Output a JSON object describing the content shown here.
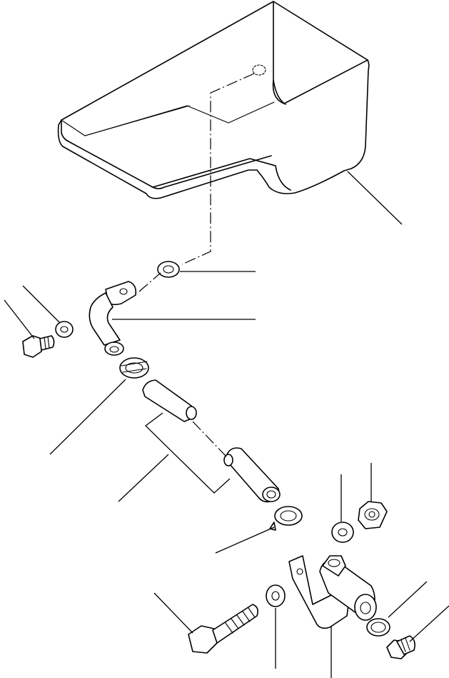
{
  "diagram": {
    "type": "exploded-parts-view",
    "parts": [
      {
        "id": "oil-pan",
        "icon": "oil-pan-icon"
      },
      {
        "id": "seal-ring",
        "icon": "washer-icon"
      },
      {
        "id": "elbow-pipe",
        "icon": "elbow-pipe-icon"
      },
      {
        "id": "bolt-small",
        "icon": "bolt-icon"
      },
      {
        "id": "washer-small",
        "icon": "washer-icon"
      },
      {
        "id": "hose-clamp-upper",
        "icon": "hose-clamp-icon"
      },
      {
        "id": "hose-upper",
        "icon": "hose-icon"
      },
      {
        "id": "hose-lower",
        "icon": "hose-icon"
      },
      {
        "id": "hose-clamp-lower",
        "icon": "hose-clamp-icon"
      },
      {
        "id": "nut",
        "icon": "nut-icon"
      },
      {
        "id": "washer-right",
        "icon": "washer-icon"
      },
      {
        "id": "washer-bottom",
        "icon": "washer-icon"
      },
      {
        "id": "bracket",
        "icon": "bracket-icon"
      },
      {
        "id": "bolt-large",
        "icon": "bolt-icon"
      },
      {
        "id": "gasket",
        "icon": "gasket-icon"
      },
      {
        "id": "drain-plug",
        "icon": "plug-icon"
      }
    ],
    "colors": {
      "line": "#000000",
      "background": "#ffffff"
    }
  }
}
